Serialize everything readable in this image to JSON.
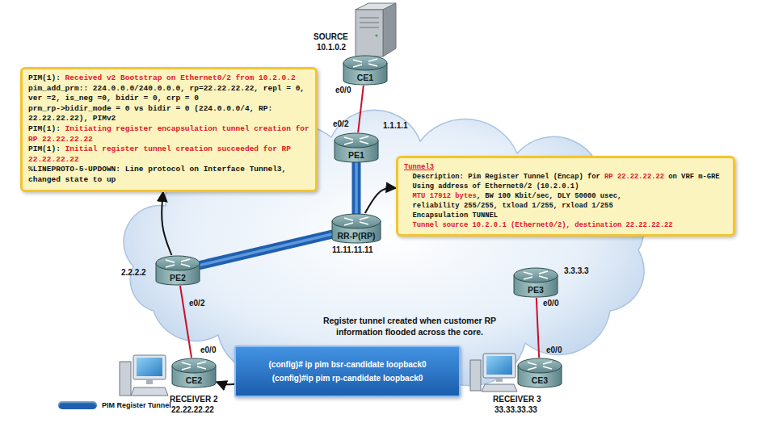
{
  "diagram": {
    "nodes": [
      {
        "text": [
          "PIM(1):",
          "Received v2 Bootstrap on Ethernet0/2 from 10.2.0.2",
          "pim_add_prm:: 224.0.0.0/240.0.0.0, rp=22.22.22.22, repl = 0, ver =2, is_neg =0, bidir = 0, crp = 0",
          "prm_rp->bidir_mode = 0 vs bidir = 0 (224.0.0.0/4, RP: 22.22.22.22), PIMv2",
          "PIM(1):",
          "Initiating register encapsulation tunnel creation for RP 22.22.22.22",
          "PIM(1):",
          "Initial register tunnel creation succeeded for RP 22.22.22.22",
          "%LINEPROTO-5-UPDOWN: Line protocol on Interface Tunnel3, changed state to up"
        ]
      },
      {
        "text": [
          "CE1"
        ]
      },
      {
        "text": [
          "PE1"
        ]
      },
      {
        "text": [
          "Tunnel3",
          "Description: Pim Register Tunnel (Encap) for",
          "RP 22.22.22.22",
          "on VRF m-GRE",
          "Using address of Ethernet0/2 (10.2.0.1)",
          "MTU 17912 bytes",
          ", BW 100 Kbit/sec, DLY 50000 usec,",
          "reliability 255/255, txload 1/255, rxload 1/255",
          "Encapsulation TUNNEL",
          "Tunnel source 10.2.0.1 (Ethernet0/2), destination 22.22.22.22"
        ]
      },
      {
        "text": [
          "RR-P(RP)"
        ]
      },
      {
        "text": [
          "PE2"
        ]
      },
      {
        "text": [
          "PE3"
        ]
      },
      {
        "text": [
          "(config)# ip pim bsr-candidate loopback0",
          "(config)#ip pim rp-candidate loopback0"
        ]
      },
      {
        "text": [
          "CE2"
        ]
      },
      {
        "text": [
          "CE3"
        ]
      }
    ],
    "edges": [
      {
        "from": 1,
        "to": 2,
        "arrow": "none"
      },
      {
        "from": 2,
        "to": 4,
        "arrow": "none"
      },
      {
        "from": 4,
        "to": 5,
        "arrow": "none"
      },
      {
        "from": 5,
        "to": 8,
        "arrow": "none"
      },
      {
        "from": 6,
        "to": 9,
        "arrow": "none"
      },
      {
        "from": 5,
        "to": 0,
        "arrow": "to"
      },
      {
        "from": 4,
        "to": 3,
        "arrow": "to"
      },
      {
        "from": 7,
        "to": 8,
        "arrow": "to"
      }
    ],
    "labels": [
      "SOURCE",
      "10.1.0.2",
      "e0/0",
      "e0/2",
      "1.1.1.1",
      "11.11.11.11",
      "2.2.2.2",
      "3.3.3.3",
      "e0/2",
      "e0/0",
      "Register tunnel created when customer RP information flooded across the core.",
      "e0/0",
      "e0/0",
      "RECEIVER 2",
      "22.22.22.22",
      "RECEIVER 3",
      "33.33.33.33"
    ],
    "legend": [
      {
        "text": "PIM Register Tunnel",
        "color": "#1f5fae"
      }
    ]
  }
}
